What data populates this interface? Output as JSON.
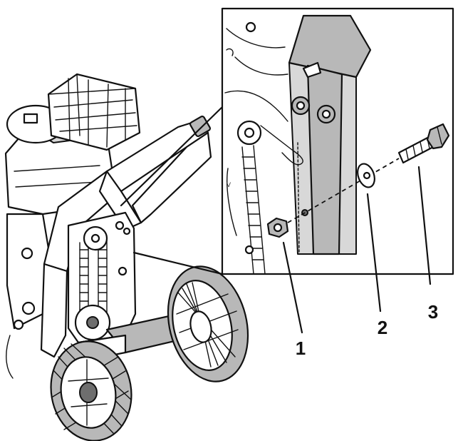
{
  "callouts": [
    {
      "number": "1",
      "part": "nut"
    },
    {
      "number": "2",
      "part": "washer"
    },
    {
      "number": "3",
      "part": "bolt"
    }
  ],
  "colors": {
    "line": "#111111",
    "shade": "#b8b8b8",
    "light": "#d8d8d8",
    "background": "#ffffff"
  }
}
